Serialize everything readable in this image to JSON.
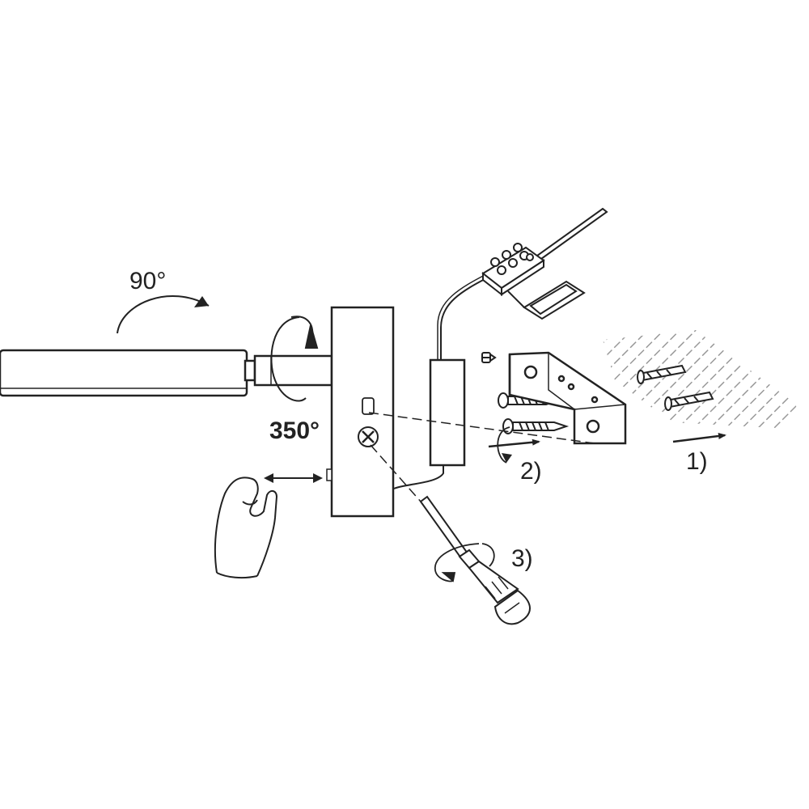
{
  "labels": {
    "tilt_angle": "90°",
    "rotation_angle": "350°",
    "step1": "1)",
    "step2": "2)",
    "step3": "3)"
  },
  "colors": {
    "ink": "#222222",
    "background": "#ffffff"
  },
  "icons": [
    "lamp-arm-icon",
    "wall-base-icon",
    "driver-box-icon",
    "terminal-block-icon",
    "mounting-bracket-icon",
    "wood-screw-icon",
    "wall-plug-icon",
    "screwdriver-icon",
    "hand-icon",
    "wall-hatch-icon"
  ]
}
